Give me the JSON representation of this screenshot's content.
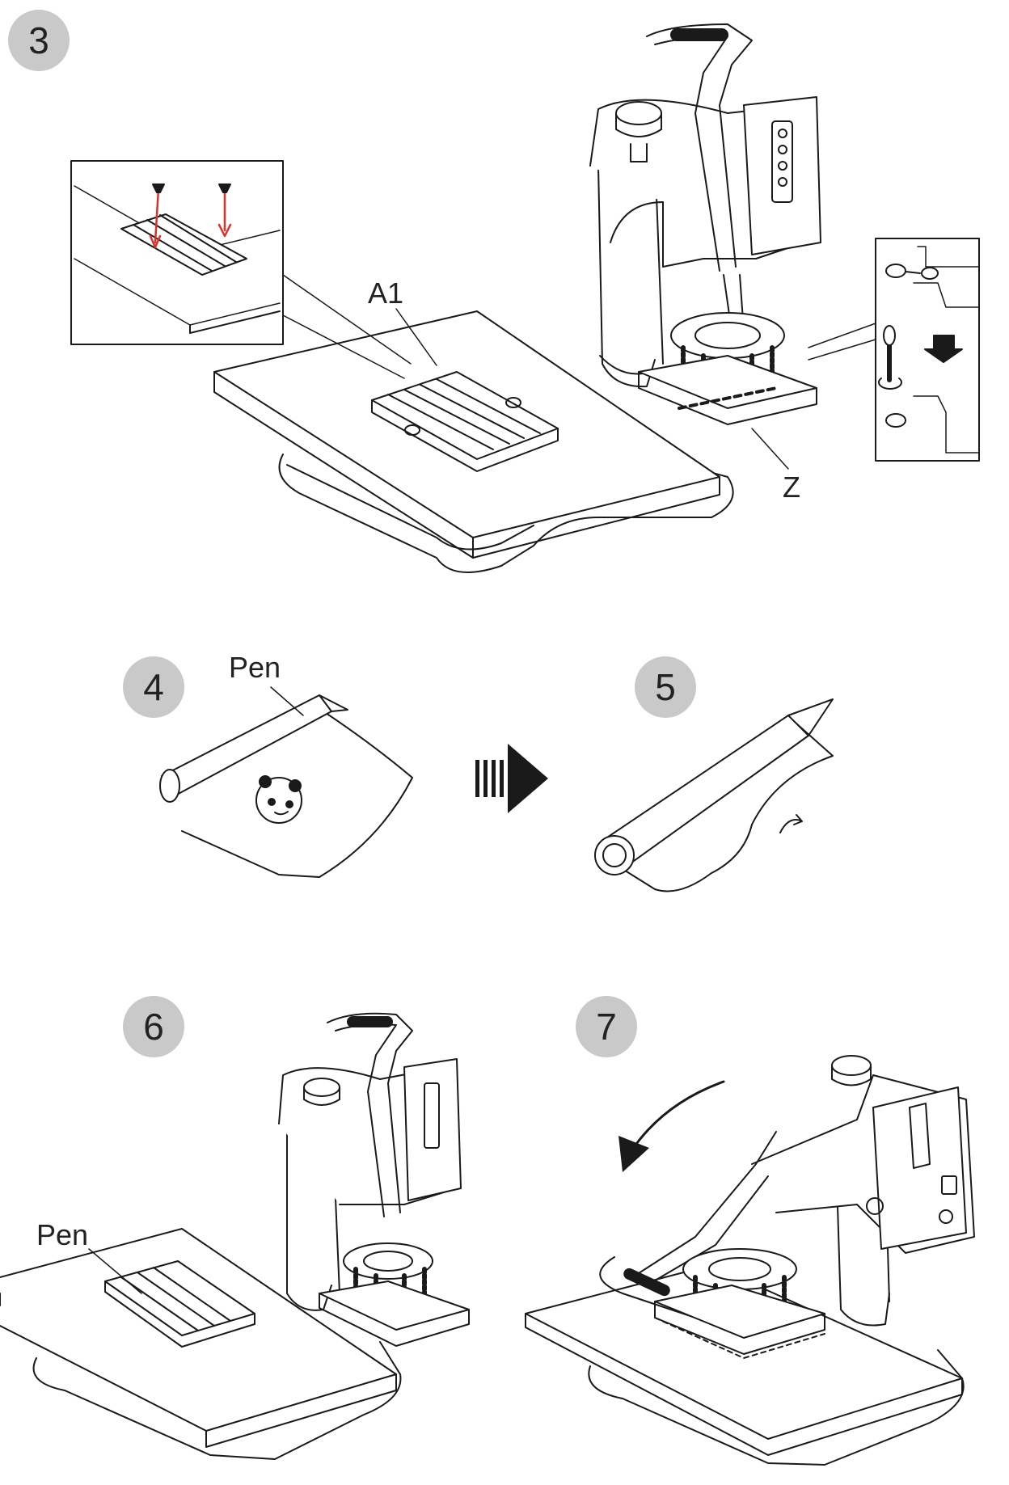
{
  "steps": [
    {
      "number": "3"
    },
    {
      "number": "4"
    },
    {
      "number": "5"
    },
    {
      "number": "6"
    },
    {
      "number": "7"
    }
  ],
  "callouts": {
    "a1": "A1",
    "z": "Z",
    "pen_step4": "Pen",
    "pen_step6": "Pen"
  },
  "colors": {
    "badge": "#c9c9c9",
    "line": "#1a1a1a",
    "red_arrow": "#d9302c"
  }
}
